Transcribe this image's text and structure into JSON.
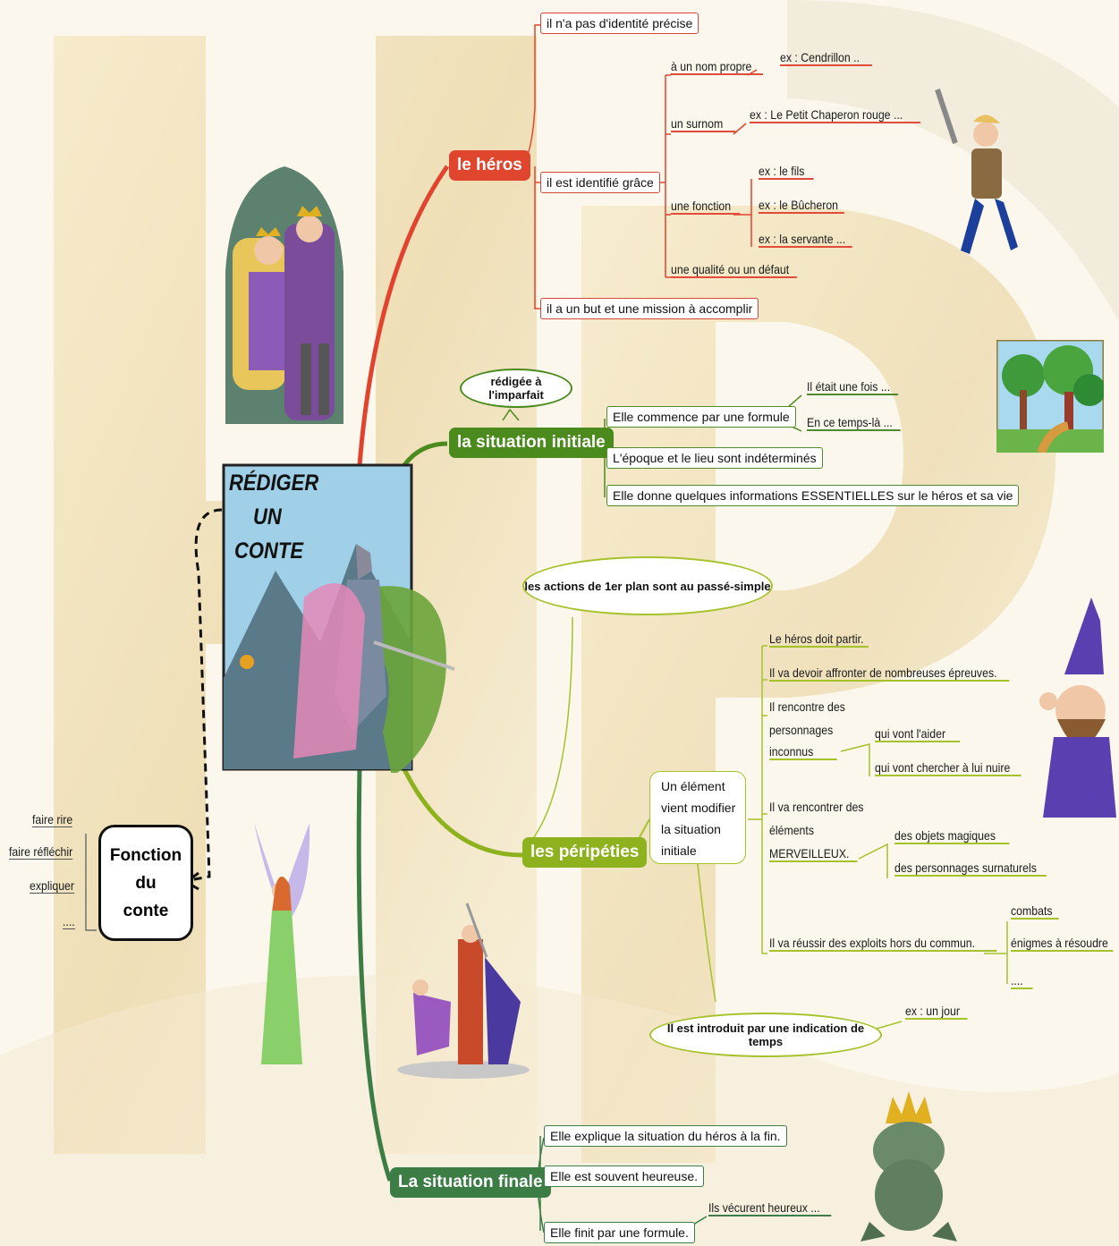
{
  "title_art": {
    "line1": "RÉDIGER",
    "line2": "UN",
    "line3": "CONTE"
  },
  "fonction": {
    "line1": "Fonction",
    "line2": "du",
    "line3": "conte",
    "items": [
      "faire rire",
      "faire réfléchir",
      "expliquer",
      "...."
    ]
  },
  "heros": {
    "label": "le héros",
    "identite": "il n'a pas d'identité précise",
    "identifie": "il est identifié grâce",
    "nom_propre": "à un nom propre",
    "ex_cendrillon": "ex : Cendrillon ..",
    "surnom": "un surnom",
    "ex_chaperon": "ex : Le Petit Chaperon rouge ...",
    "fonction": "une fonction",
    "ex_fils": "ex : le fils",
    "ex_bucheron": "ex : le Bûcheron",
    "ex_servante": "ex : la servante ...",
    "qualite": "une qualité ou un défaut",
    "but": "il a un but et une mission à accomplir"
  },
  "initiale": {
    "label": "la situation initiale",
    "bubble": "rédigée à l'imparfait",
    "formule": "Elle commence par une formule",
    "il_etait": "Il était une fois ...",
    "en_ce_temps": "En ce temps-là ...",
    "epoque": "L'époque et le lieu sont indéterminés",
    "donne": "Elle donne quelques informations ESSENTIELLES sur le héros et sa vie"
  },
  "peripeties": {
    "label": "les péripéties",
    "bubble_actions": "les actions de 1er plan sont au passé-simple",
    "element": [
      "Un élément",
      "vient modifier",
      "la situation",
      "initiale"
    ],
    "partir": "Le héros doit partir.",
    "affronter": "Il va devoir affronter de nombreuses épreuves.",
    "rencontre": [
      "Il rencontre des",
      "personnages",
      "inconnus"
    ],
    "aider": "qui vont l'aider",
    "nuire": "qui vont chercher à lui nuire",
    "merveilleux": [
      "Il va rencontrer des",
      "éléments",
      "MERVEILLEUX."
    ],
    "objets": "des objets magiques",
    "surnaturels": "des personnages surnaturels",
    "exploits": "Il va réussir des exploits hors du commun.",
    "combats": "combats",
    "enigmes": "énigmes à résoudre",
    "dots": "....",
    "bubble_temps": "Il est introduit par une indication de temps",
    "ex_jour": "ex : un jour"
  },
  "finale": {
    "label": "La situation finale",
    "explique": "Elle explique la situation du héros à la fin.",
    "heureuse": "Elle est souvent heureuse.",
    "formule": "Elle finit par une formule.",
    "vecurent": "Ils vécurent heureux ..."
  },
  "colors": {
    "heros": "#e0452e",
    "initiale": "#4b8a1c",
    "peripeties": "#8db21e",
    "finale": "#3b7d45"
  }
}
